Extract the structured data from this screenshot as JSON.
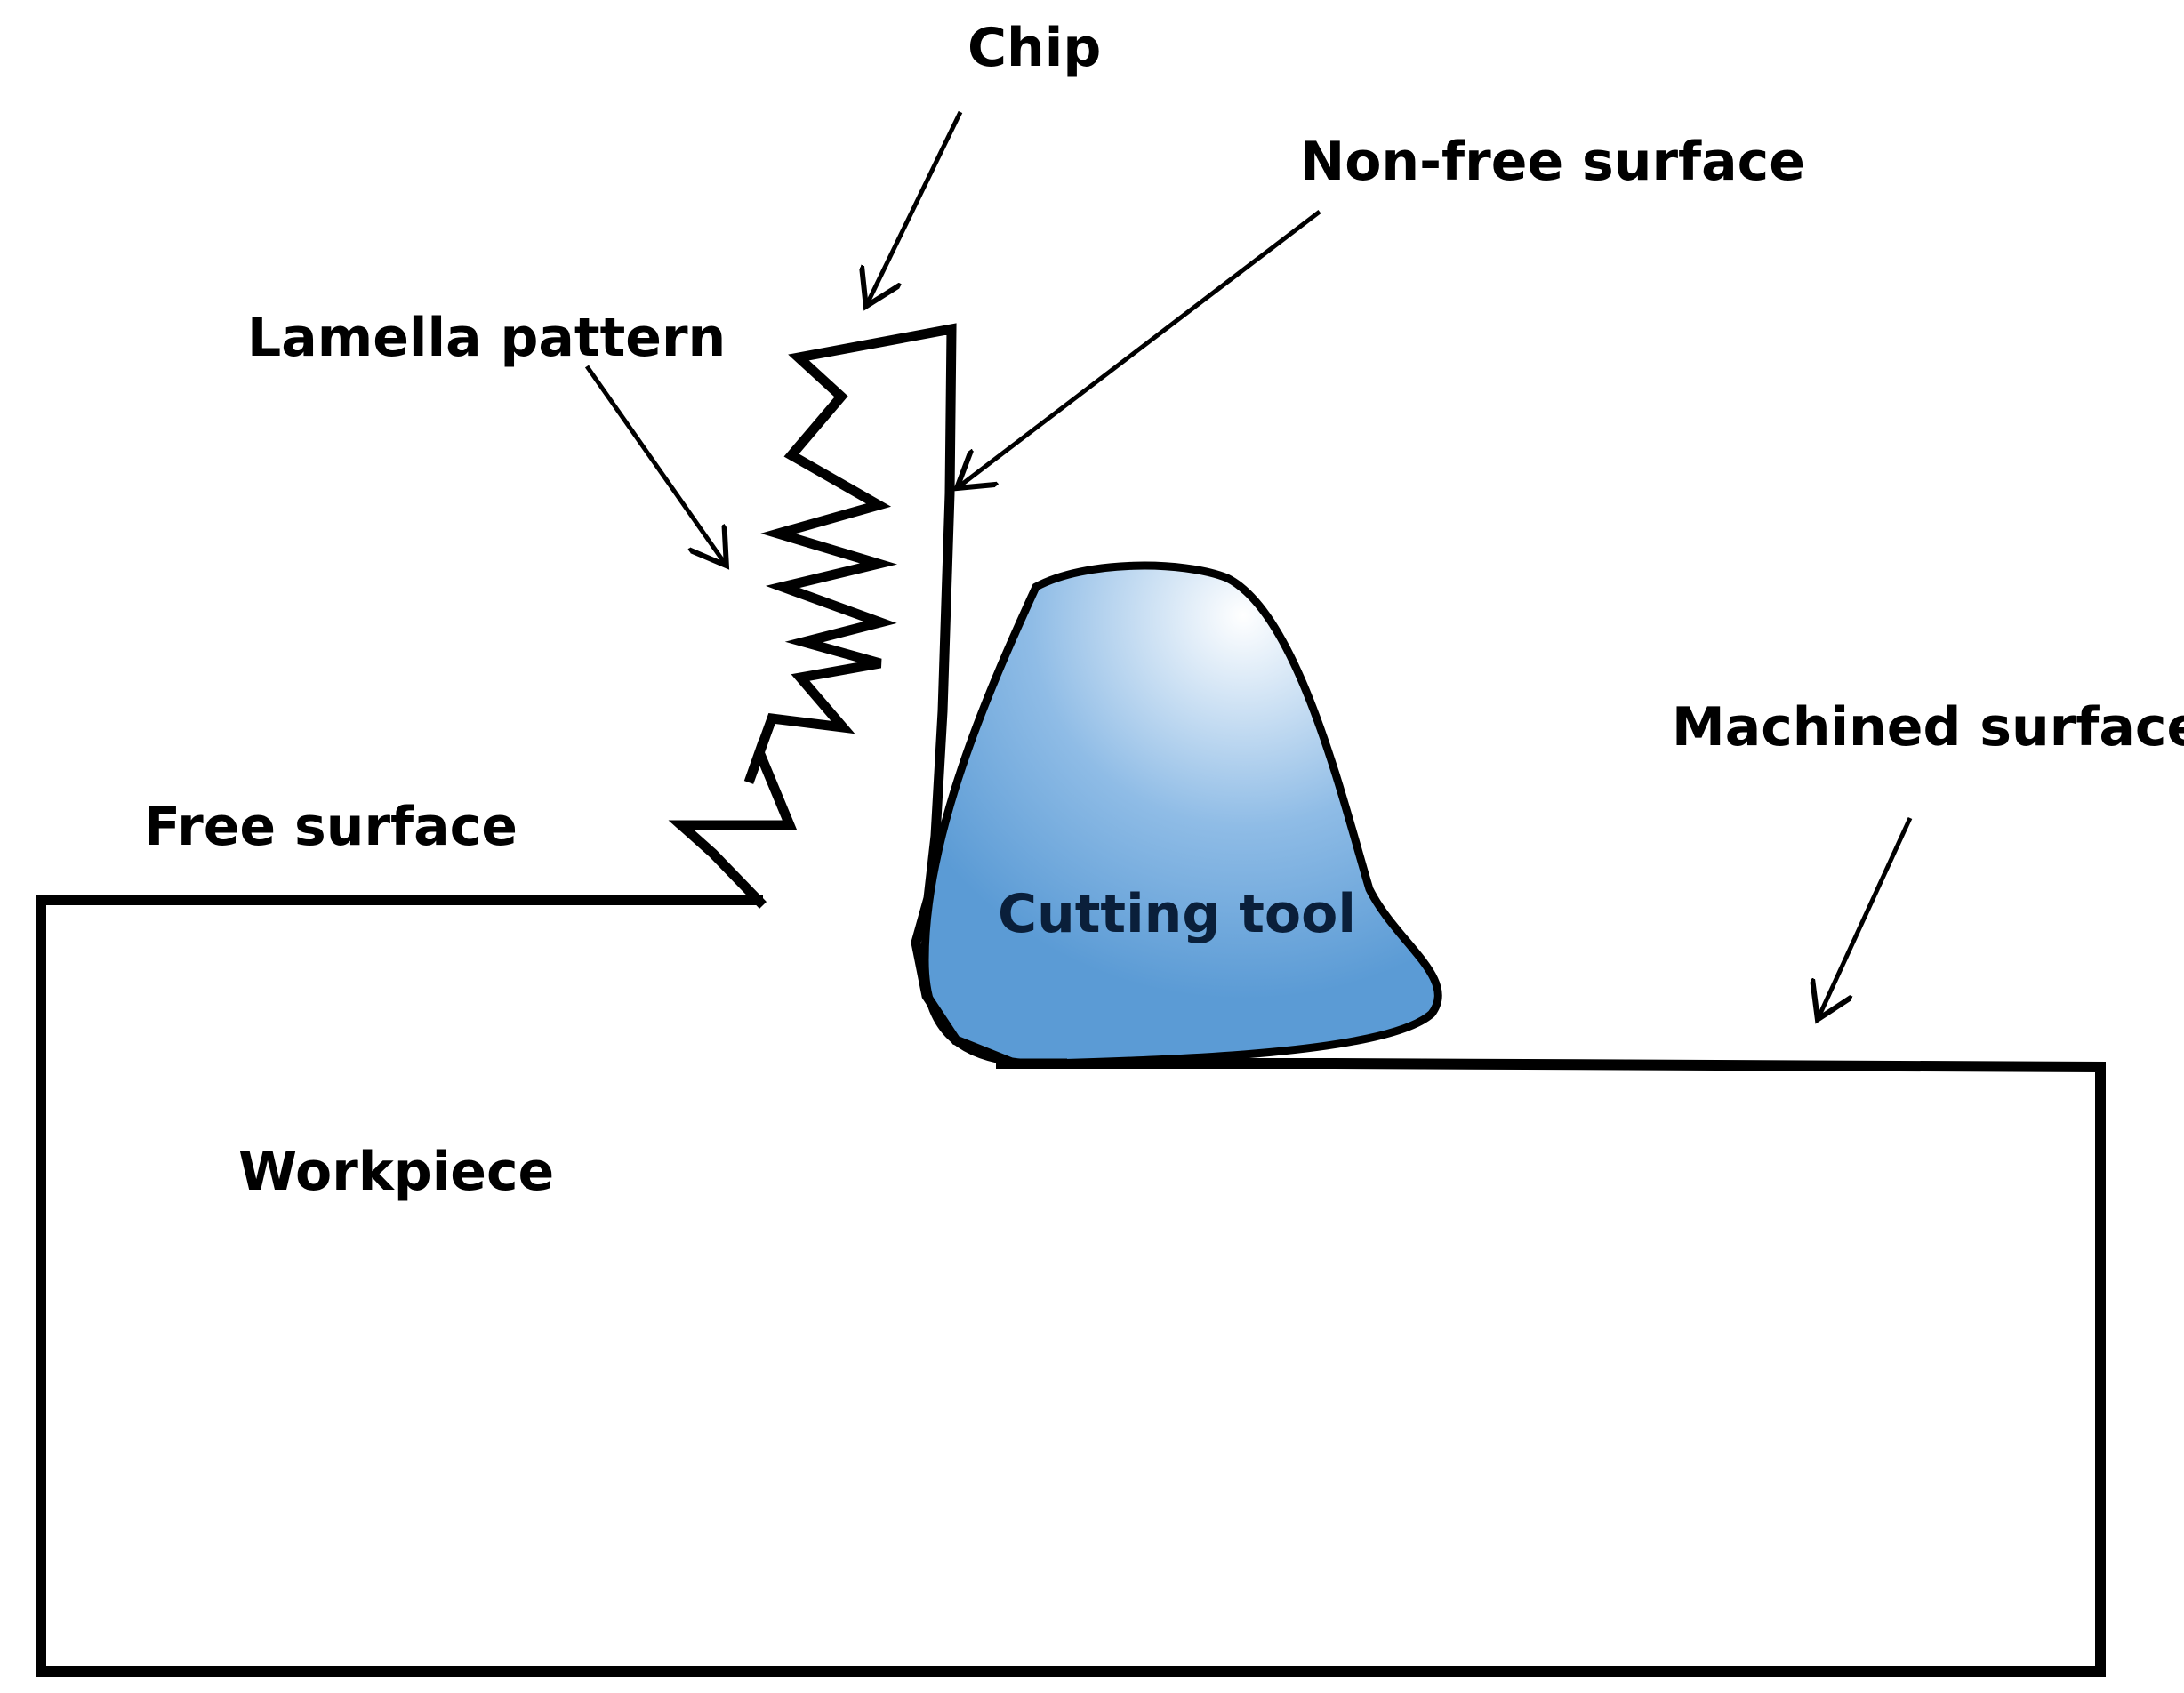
{
  "labels": {
    "chip": "Chip",
    "non_free_surface": "Non-free surface",
    "lamella_pattern": "Lamella pattern",
    "free_surface": "Free surface",
    "machined_surface": "Machined surface",
    "cutting_tool": "Cutting tool",
    "workpiece": "Workpiece"
  },
  "colors": {
    "outline": "#000000",
    "tool_fill_light": "#ffffff",
    "tool_fill_dark": "#5b9bd5",
    "background": "#ffffff"
  }
}
